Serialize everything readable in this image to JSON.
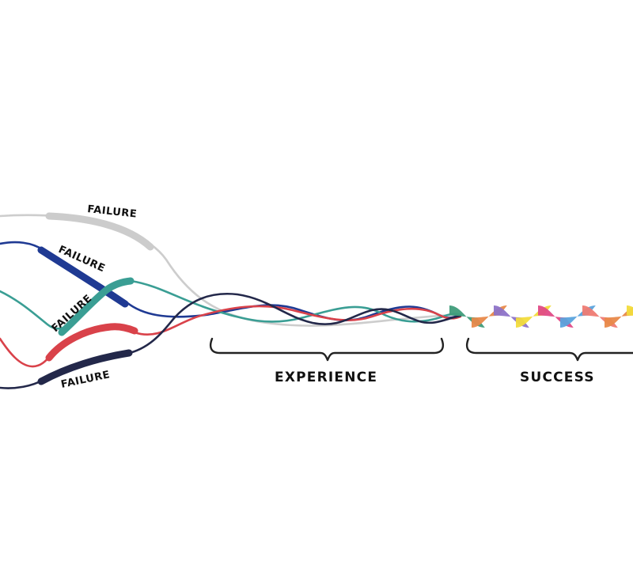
{
  "labels": {
    "failure_grey": "FAILURE",
    "failure_blue": "FAILURE",
    "failure_teal": "FAILURE",
    "failure_navy": "FAILURE",
    "experience": "EXPERIENCE",
    "success": "SUCCESS"
  },
  "colors": {
    "grey": "#cccccc",
    "blue": "#1f3a93",
    "teal": "#3a9e94",
    "red": "#d9424a",
    "navy": "#23284a",
    "braid_yellow": "#f2dc3c",
    "braid_orange": "#e8894a",
    "braid_pink": "#e04a86",
    "braid_purple": "#8d73c8",
    "braid_skyblue": "#5aa3dd",
    "braid_salmon": "#ef7b73",
    "braid_green": "#3f9c7a"
  }
}
